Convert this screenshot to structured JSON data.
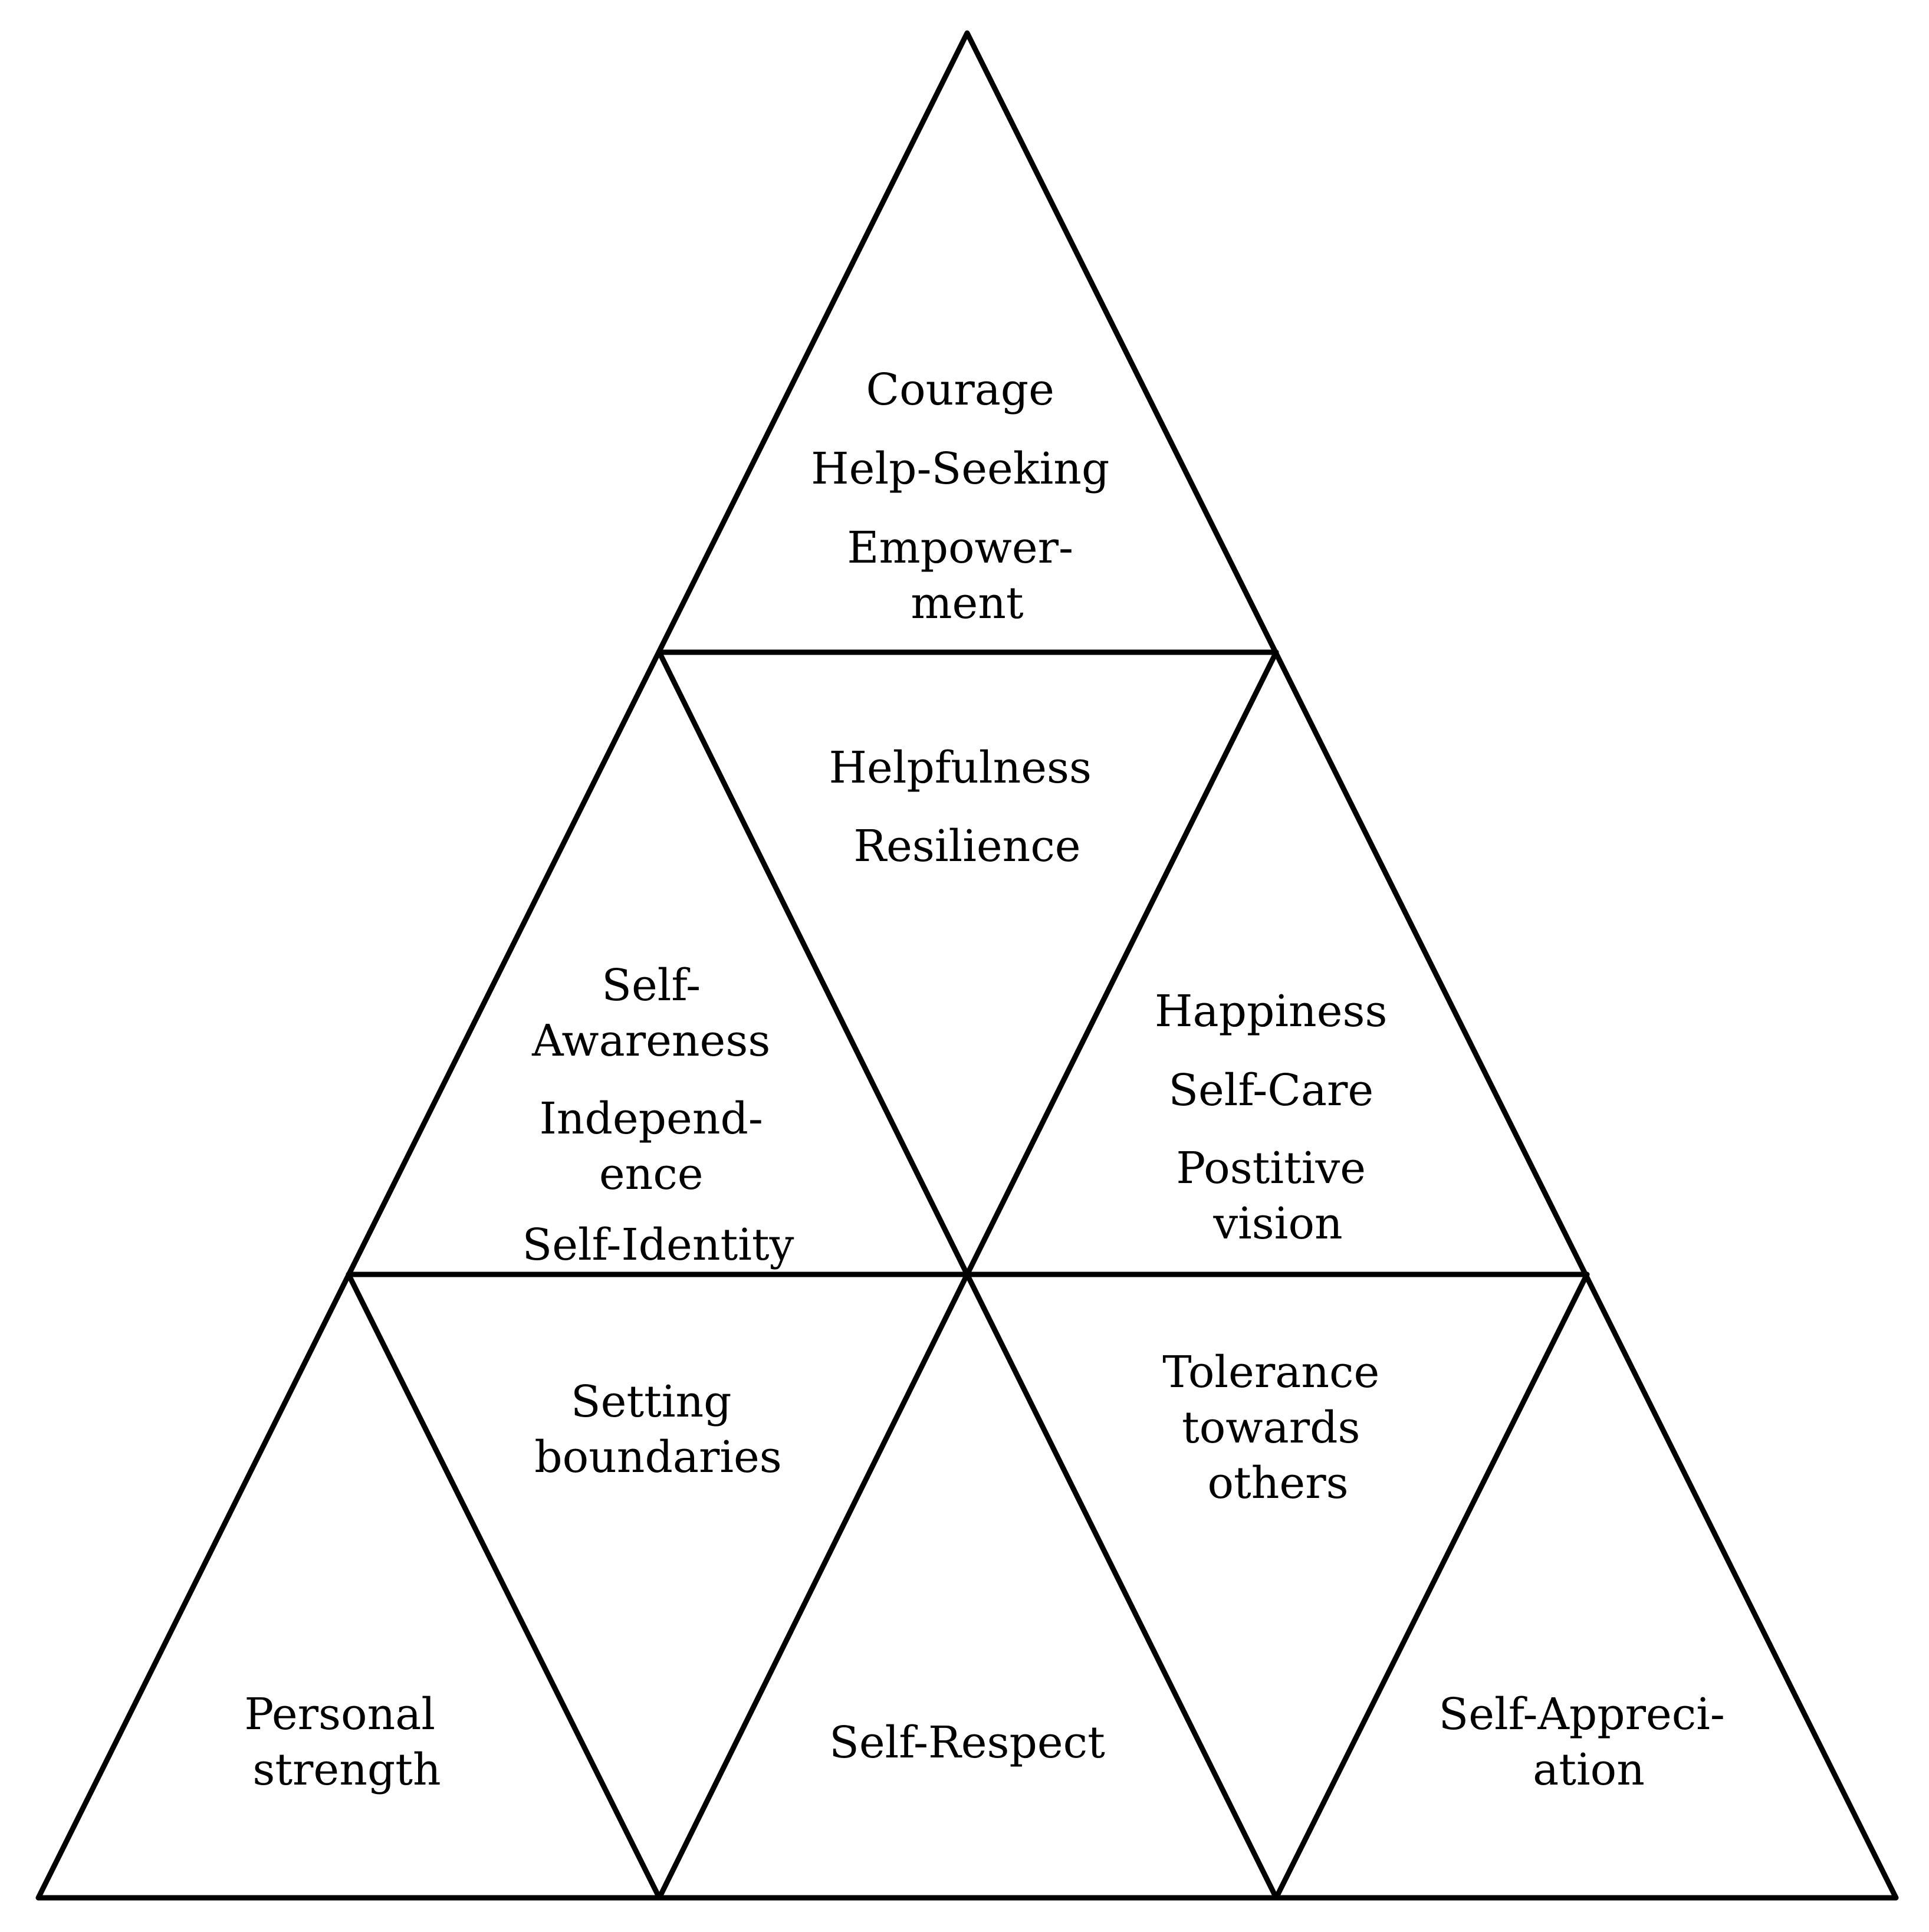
{
  "diagram": {
    "colors": {
      "stroke": "#000000",
      "background": "#ffffff",
      "text": "#000000"
    },
    "cells": {
      "top": {
        "lines": [
          "Courage",
          "Help-Seeking",
          "Empower-",
          "ment"
        ]
      },
      "middle_left": {
        "lines": [
          "Self-",
          "Awareness",
          "Independ-",
          "ence",
          "Self-Identity"
        ]
      },
      "middle_center": {
        "lines": [
          "Helpfulness",
          "Resilience"
        ]
      },
      "middle_right": {
        "lines": [
          "Happiness",
          "Self-Care",
          "Postitive",
          "vision"
        ]
      },
      "bottom_left": {
        "lines": [
          "Personal",
          "strength"
        ]
      },
      "bottom_inner_left": {
        "lines": [
          "Setting",
          "boundaries"
        ]
      },
      "bottom_center": {
        "lines": [
          "Self-Respect"
        ]
      },
      "bottom_inner_right": {
        "lines": [
          "Tolerance",
          "towards",
          "others"
        ]
      },
      "bottom_right": {
        "lines": [
          "Self-Appreci-",
          "ation"
        ]
      }
    }
  }
}
